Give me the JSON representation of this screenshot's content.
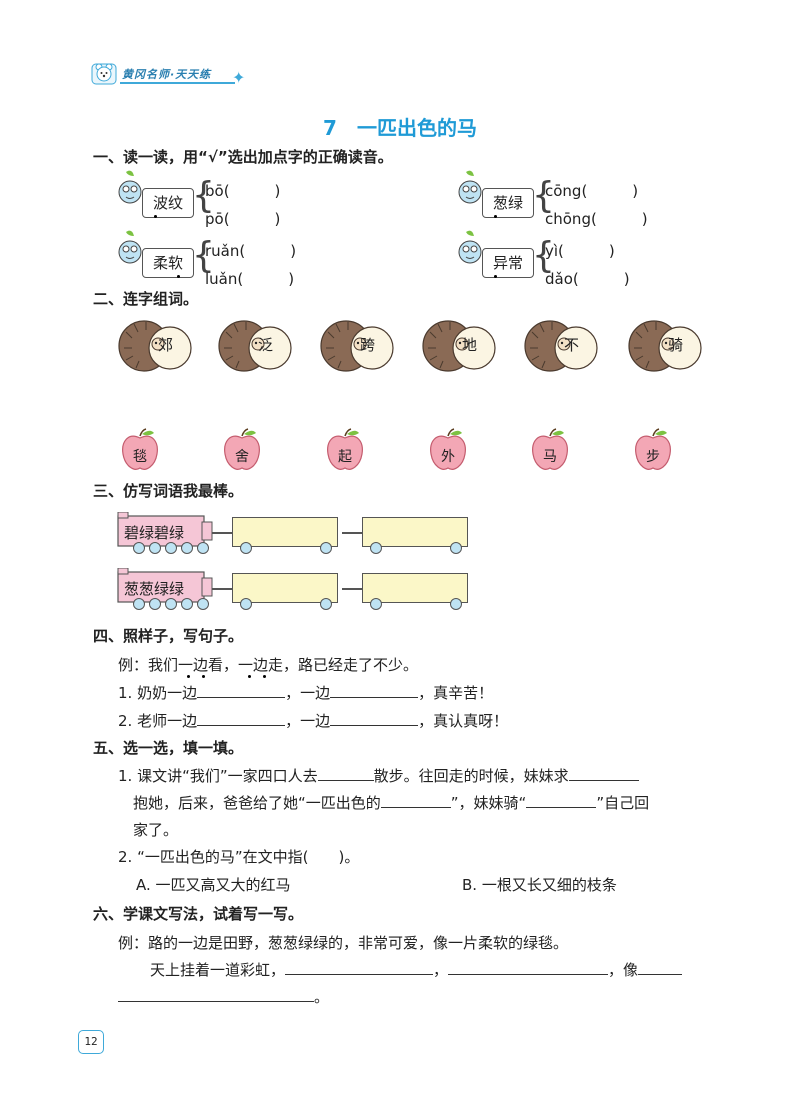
{
  "header": {
    "brand": "黄冈名师·天天练"
  },
  "title": "7　一匹出色的马",
  "q1": {
    "heading": "一、读一读，用“√”选出加点字的正确读音。",
    "items": [
      {
        "word": "波纹",
        "opt1": "bō(　　　)",
        "opt2": "pō(　　　)"
      },
      {
        "word": "葱绿",
        "opt1": "cōng(　　　)",
        "opt2": "chōng(　　　)"
      },
      {
        "word": "柔软",
        "opt1": "ruǎn(　　　)",
        "opt2": "luǎn(　　　)"
      },
      {
        "word": "异常",
        "opt1": "yì(　　　)",
        "opt2": "dǎo(　　　)"
      }
    ]
  },
  "q2": {
    "heading": "二、连字组词。",
    "top": [
      "郊",
      "泛",
      "跨",
      "地",
      "不",
      "骑"
    ],
    "bottom": [
      "毯",
      "舍",
      "起",
      "外",
      "马",
      "步"
    ]
  },
  "q3": {
    "heading": "三、仿写词语我最棒。",
    "trains": [
      "碧绿碧绿",
      "葱葱绿绿"
    ]
  },
  "q4": {
    "heading": "四、照样子，写句子。",
    "example": "例：我们一边看，一边走，路已经走了不少。",
    "s1_prefix": "1. 奶奶一边",
    "s1_mid": "，一边",
    "s1_end": "，真辛苦！",
    "s2_prefix": "2. 老师一边",
    "s2_mid": "，一边",
    "s2_end": "，真认真呀！"
  },
  "q5": {
    "heading": "五、选一选，填一填。",
    "l1a": "1. 课文讲“我们”一家四口人去",
    "l1b": "散步。往回走的时候，妹妹求",
    "l2a": "抱她，后来，爸爸给了她“一匹出色的",
    "l2b": "”，妹妹骑“",
    "l2c": "”自己回",
    "l3": "家了。",
    "l4": "2. “一匹出色的马”在文中指(　　)。",
    "optA": "A. 一匹又高又大的红马",
    "optB": "B. 一根又长又细的枝条"
  },
  "q6": {
    "heading": "六、学课文写法，试着写一写。",
    "example": "例：路的一边是田野，葱葱绿绿的，非常可爱，像一片柔软的绿毯。",
    "l1a": "天上挂着一道彩虹，",
    "l1b": "，",
    "l1c": "，像",
    "l2end": "。"
  },
  "page_number": "12",
  "colors": {
    "accent": "#1f9ad6",
    "hedgehog": "#8a6a55",
    "apple": "#f3a7b5",
    "train_car": "#fbf7c8",
    "engine": "#f5c6d6"
  }
}
